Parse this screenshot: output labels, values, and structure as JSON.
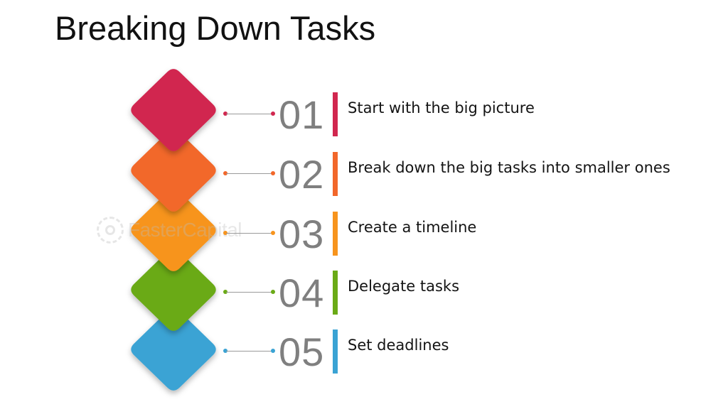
{
  "title": "Breaking Down Tasks",
  "watermark": {
    "text": "FasterCapital",
    "icon": "gear-icon"
  },
  "steps": [
    {
      "number": "01",
      "label": "Start with the big picture",
      "color": "#d1274f"
    },
    {
      "number": "02",
      "label": "Break down the big tasks into smaller ones",
      "color": "#f2672a"
    },
    {
      "number": "03",
      "label": "Create a timeline",
      "color": "#f7941d"
    },
    {
      "number": "04",
      "label": "Delegate tasks",
      "color": "#6aaa16"
    },
    {
      "number": "05",
      "label": "Set deadlines",
      "color": "#3aa3d4"
    }
  ]
}
